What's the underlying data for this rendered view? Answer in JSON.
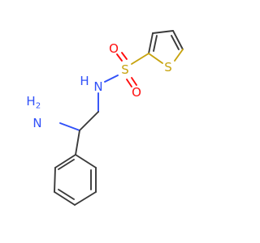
{
  "atoms": {
    "sulfonyl_s": {
      "label": "S",
      "color": "#C7A30E"
    },
    "thiophene_s": {
      "label": "S",
      "color": "#C7A30E"
    },
    "oxygen_top": {
      "label": "O",
      "color": "#FF0D0D"
    },
    "oxygen_bottom": {
      "label": "O",
      "color": "#FF0D0D"
    },
    "amide_n": {
      "label": "N",
      "color": "#3050F8"
    },
    "amide_h": {
      "label": "H",
      "color": "#3050F8"
    },
    "amine_n": {
      "label": "N",
      "color": "#3050F8"
    },
    "amine_h2": {
      "label": "H",
      "color": "#3050F8"
    },
    "amine_h2_sub": {
      "label": "2",
      "color": "#3050F8"
    }
  }
}
